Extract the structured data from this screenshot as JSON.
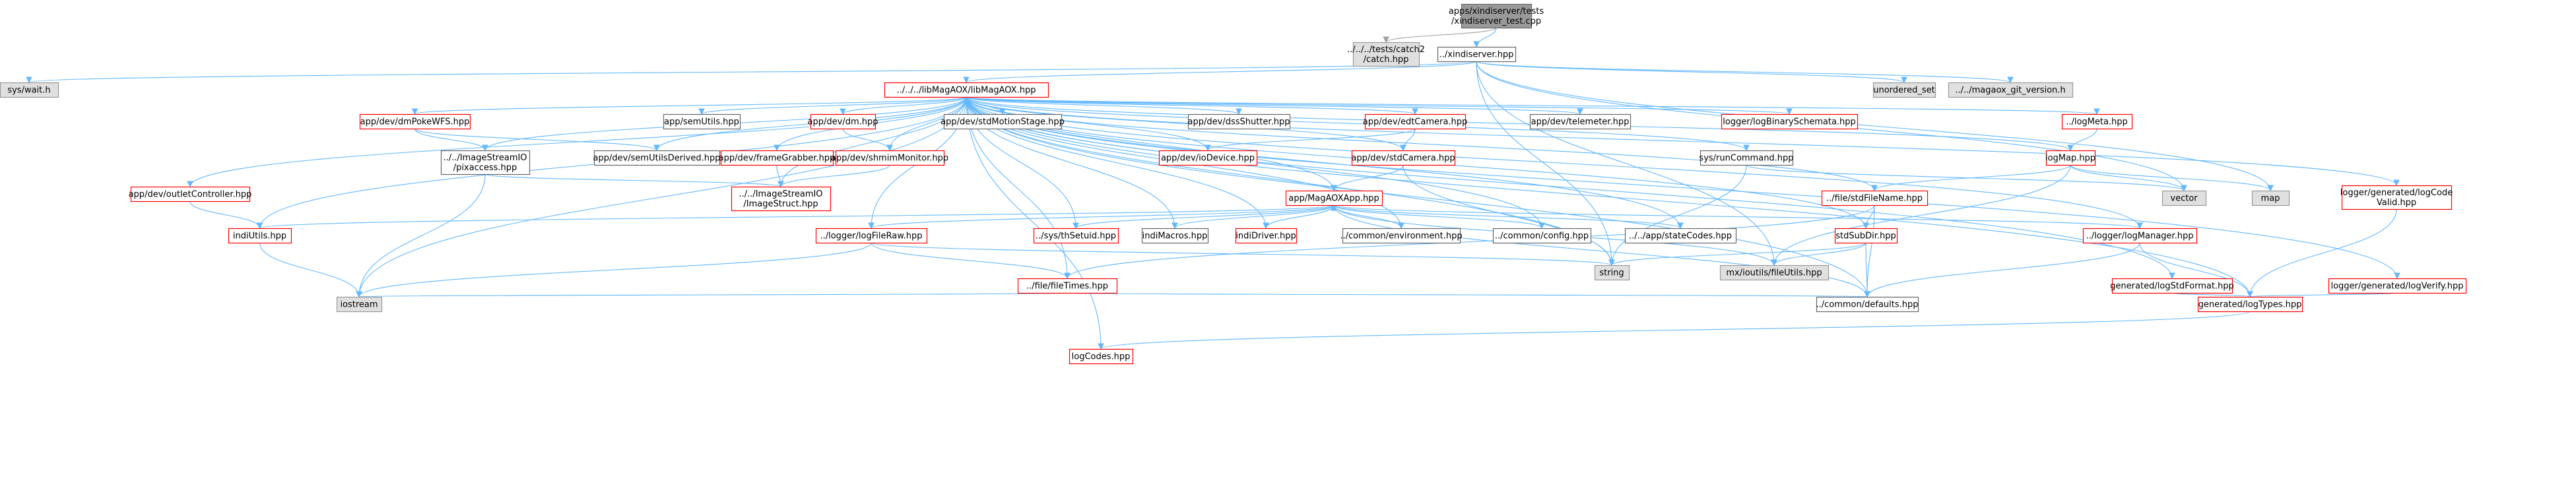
{
  "colors": {
    "edge_main": "#63b8ff",
    "edge_alt": "#a0a0a0",
    "node_current": "#999999",
    "node_red_border": "#ff0000",
    "node_grey_fill": "#e0e0e0"
  },
  "nodes": [
    {
      "id": "root",
      "lines": [
        "apps/xindiserver/tests",
        "/xindiserver_test.cpp"
      ],
      "kind": "current"
    },
    {
      "id": "catch2",
      "lines": [
        "../../../tests/catch2",
        "/catch.hpp"
      ],
      "kind": "grey"
    },
    {
      "id": "xindiserver",
      "lines": [
        "../xindiserver.hpp"
      ],
      "kind": "white"
    },
    {
      "id": "syswait",
      "lines": [
        "sys/wait.h"
      ],
      "kind": "grey"
    },
    {
      "id": "libmagaox",
      "lines": [
        "../../../libMagAOX/libMagAOX.hpp"
      ],
      "kind": "red"
    },
    {
      "id": "unordered_set",
      "lines": [
        "unordered_set"
      ],
      "kind": "grey"
    },
    {
      "id": "magaox_git",
      "lines": [
        "../../magaox_git_version.h"
      ],
      "kind": "grey"
    },
    {
      "id": "dmpokewfs",
      "lines": [
        "app/dev/dmPokeWFS.hpp"
      ],
      "kind": "red"
    },
    {
      "id": "semutils",
      "lines": [
        "app/semUtils.hpp"
      ],
      "kind": "white"
    },
    {
      "id": "dmhpp",
      "lines": [
        "app/dev/dm.hpp"
      ],
      "kind": "red"
    },
    {
      "id": "stdmotion",
      "lines": [
        "app/dev/stdMotionStage.hpp"
      ],
      "kind": "white"
    },
    {
      "id": "dssshutter",
      "lines": [
        "app/dev/dssShutter.hpp"
      ],
      "kind": "white"
    },
    {
      "id": "edtcamera",
      "lines": [
        "app/dev/edtCamera.hpp"
      ],
      "kind": "red"
    },
    {
      "id": "telemeter",
      "lines": [
        "app/dev/telemeter.hpp"
      ],
      "kind": "white"
    },
    {
      "id": "logbinschem",
      "lines": [
        "logger/logBinarySchemata.hpp"
      ],
      "kind": "red"
    },
    {
      "id": "logmeta",
      "lines": [
        "../logMeta.hpp"
      ],
      "kind": "red"
    },
    {
      "id": "pixaccess",
      "lines": [
        "../../ImageStreamIO",
        "/pixaccess.hpp"
      ],
      "kind": "white"
    },
    {
      "id": "semutilsder",
      "lines": [
        "app/dev/semUtilsDerived.hpp"
      ],
      "kind": "white"
    },
    {
      "id": "framegrabber",
      "lines": [
        "app/dev/frameGrabber.hpp"
      ],
      "kind": "red"
    },
    {
      "id": "shmimmonitor",
      "lines": [
        "app/dev/shmimMonitor.hpp"
      ],
      "kind": "red"
    },
    {
      "id": "iodevice",
      "lines": [
        "app/dev/ioDevice.hpp"
      ],
      "kind": "red"
    },
    {
      "id": "stdcamera",
      "lines": [
        "app/dev/stdCamera.hpp"
      ],
      "kind": "red"
    },
    {
      "id": "runcommand",
      "lines": [
        "sys/runCommand.hpp"
      ],
      "kind": "white"
    },
    {
      "id": "logmap",
      "lines": [
        "logMap.hpp"
      ],
      "kind": "red"
    },
    {
      "id": "outletctrl",
      "lines": [
        "app/dev/outletController.hpp"
      ],
      "kind": "red"
    },
    {
      "id": "imagestruct",
      "lines": [
        "../../ImageStreamIO",
        "/ImageStruct.hpp"
      ],
      "kind": "red"
    },
    {
      "id": "magaoxapp",
      "lines": [
        "app/MagAOXApp.hpp"
      ],
      "kind": "red"
    },
    {
      "id": "stdfilename",
      "lines": [
        "../file/stdFileName.hpp"
      ],
      "kind": "red"
    },
    {
      "id": "vector",
      "lines": [
        "vector"
      ],
      "kind": "grey"
    },
    {
      "id": "map",
      "lines": [
        "map"
      ],
      "kind": "grey"
    },
    {
      "id": "logcodevalid",
      "lines": [
        "logger/generated/logCode",
        "Valid.hpp"
      ],
      "kind": "red"
    },
    {
      "id": "indiutils",
      "lines": [
        "indiUtils.hpp"
      ],
      "kind": "red"
    },
    {
      "id": "logfileraw",
      "lines": [
        "../logger/logFileRaw.hpp"
      ],
      "kind": "red"
    },
    {
      "id": "thsetuid",
      "lines": [
        "../sys/thSetuid.hpp"
      ],
      "kind": "red"
    },
    {
      "id": "indimacros",
      "lines": [
        "indiMacros.hpp"
      ],
      "kind": "white"
    },
    {
      "id": "indidriver",
      "lines": [
        "indiDriver.hpp"
      ],
      "kind": "red"
    },
    {
      "id": "environment",
      "lines": [
        "../common/environment.hpp"
      ],
      "kind": "white"
    },
    {
      "id": "config",
      "lines": [
        "../common/config.hpp"
      ],
      "kind": "white"
    },
    {
      "id": "statecodes",
      "lines": [
        "../../app/stateCodes.hpp"
      ],
      "kind": "white"
    },
    {
      "id": "stdsubdir",
      "lines": [
        "stdSubDir.hpp"
      ],
      "kind": "red"
    },
    {
      "id": "logmanager",
      "lines": [
        "../logger/logManager.hpp"
      ],
      "kind": "red"
    },
    {
      "id": "string",
      "lines": [
        "string"
      ],
      "kind": "grey"
    },
    {
      "id": "fileutils",
      "lines": [
        "mx/ioutils/fileUtils.hpp"
      ],
      "kind": "grey"
    },
    {
      "id": "filetimes",
      "lines": [
        "../file/fileTimes.hpp"
      ],
      "kind": "red"
    },
    {
      "id": "logstdformat",
      "lines": [
        "generated/logStdFormat.hpp"
      ],
      "kind": "red"
    },
    {
      "id": "logverify",
      "lines": [
        "logger/generated/logVerify.hpp"
      ],
      "kind": "red"
    },
    {
      "id": "iostream",
      "lines": [
        "iostream"
      ],
      "kind": "grey"
    },
    {
      "id": "defaults",
      "lines": [
        "../common/defaults.hpp"
      ],
      "kind": "white"
    },
    {
      "id": "logtypes",
      "lines": [
        "generated/logTypes.hpp"
      ],
      "kind": "red"
    },
    {
      "id": "logcodes",
      "lines": [
        "logCodes.hpp"
      ],
      "kind": "red"
    }
  ],
  "edges": [
    {
      "from": "root",
      "to": "catch2"
    },
    {
      "from": "root",
      "to": "xindiserver"
    },
    {
      "from": "xindiserver",
      "to": "syswait"
    },
    {
      "from": "xindiserver",
      "to": "libmagaox"
    },
    {
      "from": "xindiserver",
      "to": "unordered_set"
    },
    {
      "from": "xindiserver",
      "to": "magaox_git"
    },
    {
      "from": "xindiserver",
      "to": "vector"
    },
    {
      "from": "xindiserver",
      "to": "map"
    },
    {
      "from": "xindiserver",
      "to": "string"
    },
    {
      "from": "xindiserver",
      "to": "fileutils"
    },
    {
      "from": "libmagaox",
      "to": "dmpokewfs"
    },
    {
      "from": "libmagaox",
      "to": "semutils"
    },
    {
      "from": "libmagaox",
      "to": "dmhpp"
    },
    {
      "from": "libmagaox",
      "to": "stdmotion"
    },
    {
      "from": "libmagaox",
      "to": "dssshutter"
    },
    {
      "from": "libmagaox",
      "to": "edtcamera"
    },
    {
      "from": "libmagaox",
      "to": "telemeter"
    },
    {
      "from": "libmagaox",
      "to": "logbinschem"
    },
    {
      "from": "libmagaox",
      "to": "logmeta"
    },
    {
      "from": "libmagaox",
      "to": "pixaccess"
    },
    {
      "from": "libmagaox",
      "to": "semutilsder"
    },
    {
      "from": "libmagaox",
      "to": "framegrabber"
    },
    {
      "from": "libmagaox",
      "to": "shmimmonitor"
    },
    {
      "from": "libmagaox",
      "to": "iodevice"
    },
    {
      "from": "libmagaox",
      "to": "stdcamera"
    },
    {
      "from": "libmagaox",
      "to": "runcommand"
    },
    {
      "from": "libmagaox",
      "to": "logmap"
    },
    {
      "from": "libmagaox",
      "to": "outletctrl"
    },
    {
      "from": "libmagaox",
      "to": "imagestruct"
    },
    {
      "from": "libmagaox",
      "to": "magaoxapp"
    },
    {
      "from": "libmagaox",
      "to": "stdfilename"
    },
    {
      "from": "libmagaox",
      "to": "logcodevalid"
    },
    {
      "from": "libmagaox",
      "to": "indiutils"
    },
    {
      "from": "libmagaox",
      "to": "logfileraw"
    },
    {
      "from": "libmagaox",
      "to": "thsetuid"
    },
    {
      "from": "libmagaox",
      "to": "indimacros"
    },
    {
      "from": "libmagaox",
      "to": "indidriver"
    },
    {
      "from": "libmagaox",
      "to": "environment"
    },
    {
      "from": "libmagaox",
      "to": "config"
    },
    {
      "from": "libmagaox",
      "to": "statecodes"
    },
    {
      "from": "libmagaox",
      "to": "stdsubdir"
    },
    {
      "from": "libmagaox",
      "to": "logmanager"
    },
    {
      "from": "libmagaox",
      "to": "string"
    },
    {
      "from": "libmagaox",
      "to": "filetimes"
    },
    {
      "from": "libmagaox",
      "to": "logstdformat"
    },
    {
      "from": "libmagaox",
      "to": "logverify"
    },
    {
      "from": "libmagaox",
      "to": "iostream"
    },
    {
      "from": "libmagaox",
      "to": "defaults"
    },
    {
      "from": "libmagaox",
      "to": "logtypes"
    },
    {
      "from": "libmagaox",
      "to": "logcodes"
    },
    {
      "from": "dmpokewfs",
      "to": "pixaccess"
    },
    {
      "from": "dmpokewfs",
      "to": "semutilsder"
    },
    {
      "from": "dmhpp",
      "to": "shmimmonitor"
    },
    {
      "from": "edtcamera",
      "to": "iodevice"
    },
    {
      "from": "edtcamera",
      "to": "stdcamera"
    },
    {
      "from": "logmeta",
      "to": "logmap"
    },
    {
      "from": "pixaccess",
      "to": "imagestruct"
    },
    {
      "from": "pixaccess",
      "to": "iostream"
    },
    {
      "from": "framegrabber",
      "to": "imagestruct"
    },
    {
      "from": "shmimmonitor",
      "to": "imagestruct"
    },
    {
      "from": "stdcamera",
      "to": "magaoxapp"
    },
    {
      "from": "stdcamera",
      "to": "string"
    },
    {
      "from": "runcommand",
      "to": "string"
    },
    {
      "from": "runcommand",
      "to": "vector"
    },
    {
      "from": "logmap",
      "to": "stdfilename"
    },
    {
      "from": "logmap",
      "to": "vector"
    },
    {
      "from": "logmap",
      "to": "map"
    },
    {
      "from": "logmap",
      "to": "fileutils"
    },
    {
      "from": "outletctrl",
      "to": "indiutils"
    },
    {
      "from": "magaoxapp",
      "to": "indiutils"
    },
    {
      "from": "magaoxapp",
      "to": "logfileraw"
    },
    {
      "from": "magaoxapp",
      "to": "thsetuid"
    },
    {
      "from": "magaoxapp",
      "to": "indimacros"
    },
    {
      "from": "magaoxapp",
      "to": "indidriver"
    },
    {
      "from": "magaoxapp",
      "to": "environment"
    },
    {
      "from": "magaoxapp",
      "to": "config"
    },
    {
      "from": "magaoxapp",
      "to": "statecodes"
    },
    {
      "from": "magaoxapp",
      "to": "logmanager"
    },
    {
      "from": "magaoxapp",
      "to": "fileutils"
    },
    {
      "from": "magaoxapp",
      "to": "defaults"
    },
    {
      "from": "indidriver",
      "to": "magaoxapp"
    },
    {
      "from": "stdfilename",
      "to": "stdsubdir"
    },
    {
      "from": "stdfilename",
      "to": "filetimes"
    },
    {
      "from": "stdfilename",
      "to": "defaults"
    },
    {
      "from": "stdsubdir",
      "to": "string"
    },
    {
      "from": "stdsubdir",
      "to": "fileutils"
    },
    {
      "from": "stdsubdir",
      "to": "defaults"
    },
    {
      "from": "indiutils",
      "to": "iostream"
    },
    {
      "from": "logfileraw",
      "to": "filetimes"
    },
    {
      "from": "logfileraw",
      "to": "iostream"
    },
    {
      "from": "logfileraw",
      "to": "string"
    },
    {
      "from": "filetimes",
      "to": "iostream"
    },
    {
      "from": "filetimes",
      "to": "defaults"
    },
    {
      "from": "logmanager",
      "to": "logtypes"
    },
    {
      "from": "logmanager",
      "to": "defaults"
    },
    {
      "from": "logstdformat",
      "to": "logtypes"
    },
    {
      "from": "logverify",
      "to": "logtypes"
    },
    {
      "from": "logcodevalid",
      "to": "logtypes"
    },
    {
      "from": "logtypes",
      "to": "logcodes"
    }
  ]
}
